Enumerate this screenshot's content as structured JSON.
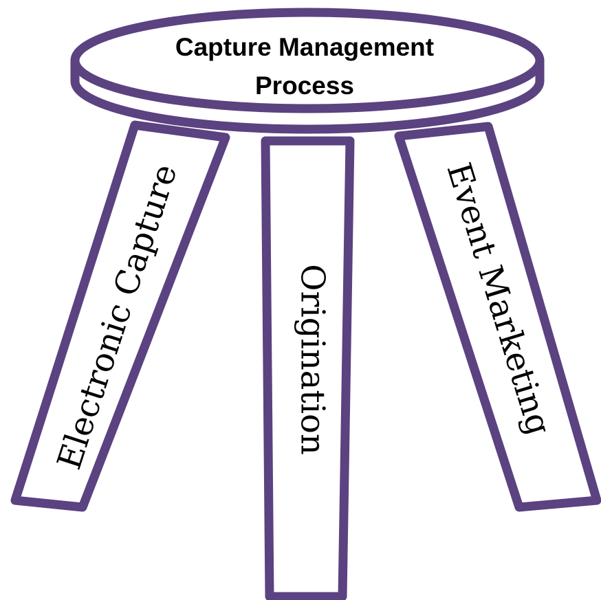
{
  "diagram": {
    "outline_color": "#5b4280",
    "seat": {
      "title_line1": "Capture Management",
      "title_line2": "Process"
    },
    "legs": [
      {
        "label": "Electronic Capture"
      },
      {
        "label": "Origination"
      },
      {
        "label": "Event Marketing"
      }
    ]
  }
}
